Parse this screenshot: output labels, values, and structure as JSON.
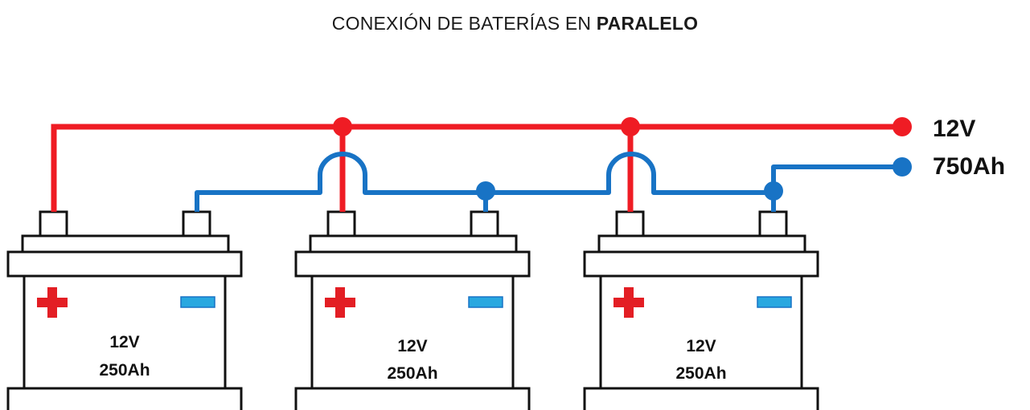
{
  "title": {
    "prefix": "CONEXIÓN DE BATERÍAS EN",
    "emphasis": "PARALELO"
  },
  "output": {
    "voltage": "12V",
    "capacity": "750Ah"
  },
  "batteries": [
    {
      "voltage": "12V",
      "capacity": "250Ah"
    },
    {
      "voltage": "12V",
      "capacity": "250Ah"
    },
    {
      "voltage": "12V",
      "capacity": "250Ah"
    }
  ],
  "colors": {
    "positive_wire": "#ef1c24",
    "negative_wire": "#1873c5",
    "plus_sign": "#e31e24",
    "minus_sign": "#29a8e0",
    "battery_outline": "#111111"
  },
  "icons": {
    "positive_terminal_symbol": "plus-sign",
    "negative_terminal_symbol": "minus-sign"
  }
}
